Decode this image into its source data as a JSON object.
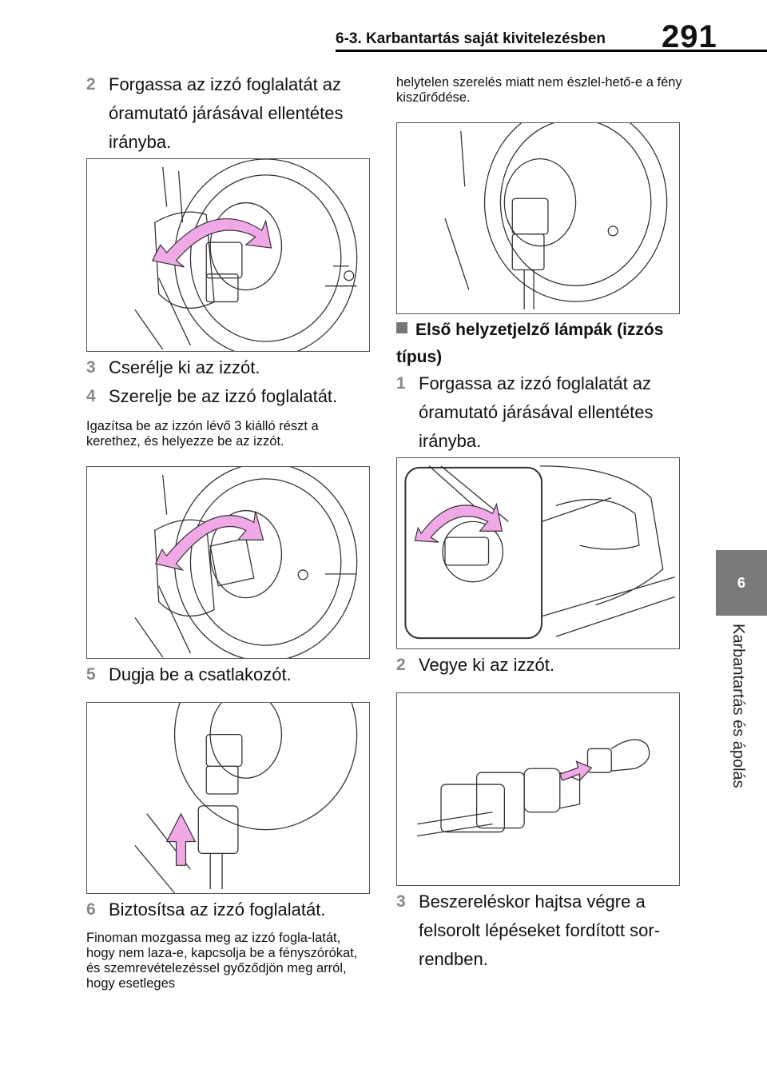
{
  "header": {
    "section_title": "6-3. Karbantartás saját kivitelezésben",
    "page_number": "291"
  },
  "side_tab": {
    "chapter_number": "6",
    "chapter_label": "Karbantartás és ápolás"
  },
  "left_column": {
    "step2": {
      "num": "2",
      "text": "Forgassa az izzó foglalatát az óramutató járásával ellentétes irányba."
    },
    "step3": {
      "num": "3",
      "text": "Cserélje ki az izzót."
    },
    "step4": {
      "num": "4",
      "text": "Szerelje be az izzó foglalatát."
    },
    "note4": "Igazítsa be az izzón lévő 3 kiálló részt a kerethez, és helyezze be az izzót.",
    "step5": {
      "num": "5",
      "text": "Dugja be a csatlakozót."
    },
    "step6": {
      "num": "6",
      "text": "Biztosítsa az izzó foglalatát."
    },
    "note6": "Finoman mozgassa meg az izzó fogla-latát, hogy nem laza-e, kapcsolja be a fényszórókat, és szemrevételezéssel győződjön meg arról, hogy esetleges"
  },
  "right_column": {
    "note_cont": "helytelen szerelés miatt nem észlel-hető-e a fény kiszűrődése.",
    "heading": "Első helyzetjelző lámpák (izzós típus)",
    "step1": {
      "num": "1",
      "text": "Forgassa az izzó foglalatát az óramutató járásával ellentétes irányba."
    },
    "step2": {
      "num": "2",
      "text": "Vegye ki az izzót."
    },
    "step3": {
      "num": "3",
      "text": "Beszereléskor hajtsa végre a felsorolt lépéseket fordított sor-rendben."
    }
  },
  "colors": {
    "arrow_pink": "#f0a8e6",
    "tab_gray": "#7a7a7a",
    "step_number_gray": "#888888"
  }
}
